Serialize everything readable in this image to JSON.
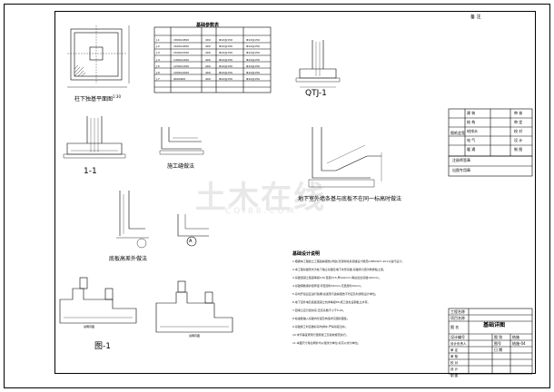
{
  "header": {
    "remark_label": "备 注"
  },
  "table": {
    "title": "基础参数表",
    "headers": [
      "",
      "",
      "",
      "",
      ""
    ],
    "rows": [
      [
        "J-1",
        "1800x1800",
        "400",
        "Φ12@150",
        "Φ12@150"
      ],
      [
        "J-2",
        "1600x1600",
        "400",
        "Φ12@150",
        "Φ12@150"
      ],
      [
        "J-3",
        "1500x1500",
        "400",
        "Φ12@150",
        "Φ12@150"
      ],
      [
        "J-4",
        "1400x1400",
        "400",
        "Φ12@150",
        "Φ12@150"
      ],
      [
        "J-5",
        "1200x1200",
        "400",
        "Φ12@150",
        "Φ12@150"
      ],
      [
        "J-6",
        "1000x1000",
        "400",
        "Φ12@150",
        "Φ12@150"
      ],
      [
        "J-7",
        "900x900",
        "400",
        "Φ12@150",
        "Φ12@150"
      ]
    ]
  },
  "captions": {
    "plan": "柱下独基平面图",
    "plan_scale": "1:30",
    "qtj": "QTJ-1",
    "section_11": "1-1",
    "construction": "施工缝做法",
    "basement_wall": "地下室外墙条基与底板不在同一标高时做法",
    "slab_step": "底板高差外做法",
    "detail_a": "A",
    "fig1": "图-1",
    "fig1_note": "说明同图",
    "fig1_note2": "说明同图"
  },
  "notes": {
    "title": "基础设计说明",
    "lines": [
      "1.根据本工程岩土工程勘察报告(详勘)及建筑地基基础设计规范(GB50007-2011)进行设计。",
      "2.本工程基础形式为柱下独立基础及墙下条形基础,基础持力层为粉质粘土层。",
      "3.基础混凝土强度等级C30,垫层C15,厚100mm,每边宽出基础100mm。",
      "4.基础钢筋保护层厚度:有垫层时40mm,无垫层时70mm。",
      "5.基坑开挖后应进行验槽,如发现与勘察报告不符应及时通知设计单位。",
      "6.地下室外墙及底板混凝土抗渗等级P6,施工缝处设钢板止水带。",
      "7.回填土应分层夯实,压实系数不小于0.94。",
      "8.柱插筋锚入基础内长度及构造详见国标图集。",
      "9.基础施工时应做好基坑排水,严禁基底浸水。",
      "10.未尽事宜按现行国家施工及验收规范执行。",
      "11.本图尺寸除注明外均以毫米为单位,标高以米为单位。"
    ]
  },
  "titleblock": {
    "top_rows": [
      "建 筑",
      "结 构",
      "给排水",
      "电 气",
      "暖 通"
    ],
    "top_right": [
      "审 核",
      "审 定",
      "校 对",
      "设 计",
      "制 图"
    ],
    "sign_label": "图纸会签",
    "stamp1": "注册师签章",
    "stamp2": "出图专用章",
    "project_label": "工程名称",
    "item_label": "项目名称",
    "drawing_label": "图 名",
    "drawing_name": "基础详图",
    "design_no_label": "设计编号",
    "sheet_label": "图 别",
    "sheet_value": "结施",
    "sheet_no_label": "图号",
    "sheet_no": "结施-04",
    "date_label": "日 期",
    "bottom_rows": [
      "设计负责人",
      "审 定",
      "审 核",
      "校 对",
      "设 计",
      "制 图"
    ]
  }
}
